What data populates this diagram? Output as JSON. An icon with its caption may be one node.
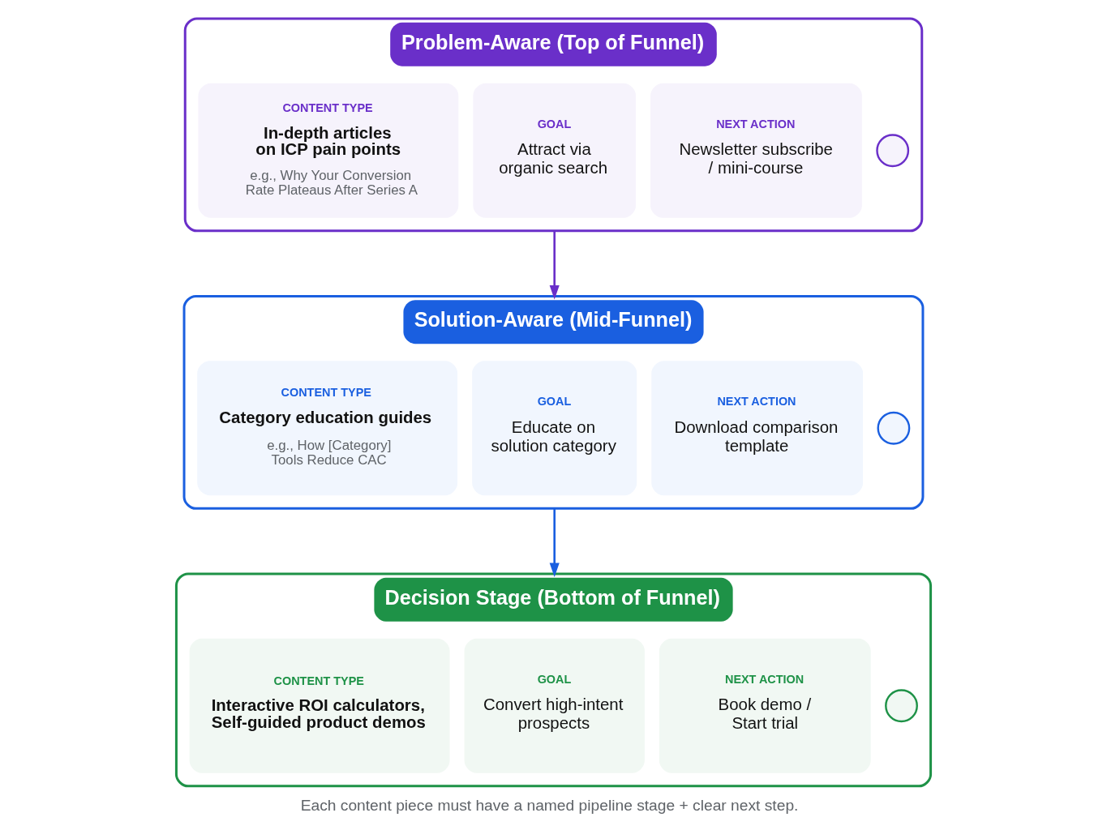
{
  "diagram": {
    "caption": "Each content piece must have a named pipeline stage + clear next step.",
    "nodes": [
      {
        "text": [
          "Problem-Aware (Top of Funnel)"
        ]
      },
      {
        "text": [
          "CONTENT TYPE",
          "In-depth articles on ICP pain points",
          "e.g., Why Your Conversion Rate Plateaus After Series A"
        ],
        "in": 0
      },
      {
        "text": [
          "GOAL",
          "Attract via organic search"
        ],
        "in": 0
      },
      {
        "text": [
          "NEXT ACTION",
          "Newsletter subscribe / mini-course"
        ],
        "in": 0
      },
      {
        "text": [],
        "shape": "circle",
        "in": 0
      },
      {
        "text": [
          "Solution-Aware (Mid-Funnel)"
        ]
      },
      {
        "text": [
          "CONTENT TYPE",
          "Category education guides",
          "e.g., How [Category] Tools Reduce CAC"
        ],
        "in": 5
      },
      {
        "text": [
          "GOAL",
          "Educate on solution category"
        ],
        "in": 5
      },
      {
        "text": [
          "NEXT ACTION",
          "Download comparison template"
        ],
        "in": 5
      },
      {
        "text": [],
        "shape": "circle",
        "in": 5
      },
      {
        "text": [
          "Decision Stage (Bottom of Funnel)"
        ]
      },
      {
        "text": [
          "CONTENT TYPE",
          "Interactive ROI calculators, Self-guided product demos"
        ],
        "in": 10
      },
      {
        "text": [
          "GOAL",
          "Convert high-intent prospects"
        ],
        "in": 10
      },
      {
        "text": [
          "NEXT ACTION",
          "Book demo / Start trial"
        ],
        "in": 10
      },
      {
        "text": [],
        "shape": "circle",
        "in": 10
      }
    ],
    "edges": [
      {
        "from": 0,
        "to": 5,
        "arrow": "to",
        "color": "#6a2fc9"
      },
      {
        "from": 5,
        "to": 10,
        "arrow": "to",
        "color": "#1a5fe0"
      }
    ]
  }
}
